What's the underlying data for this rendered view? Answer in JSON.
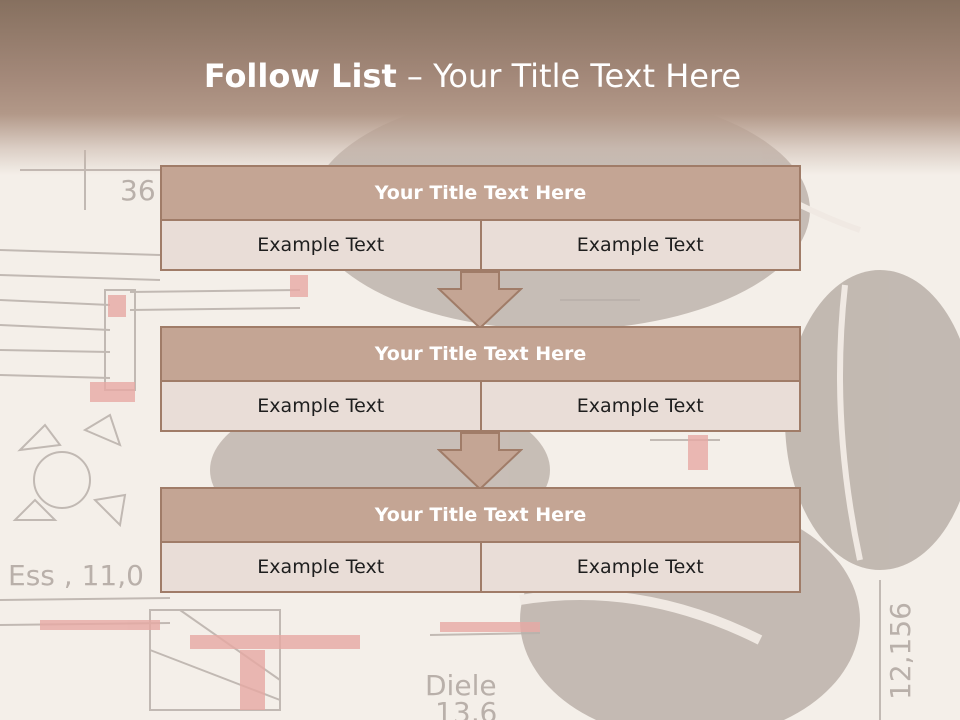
{
  "slide": {
    "title_bold": "Follow List",
    "title_rest": " – Your Title Text Here",
    "accent_color": "#c4a594",
    "border_color": "#a07c68",
    "cell_color": "#e9ddd7"
  },
  "blocks": [
    {
      "title": "Your Title Text Here",
      "left": "Example Text",
      "right": "Example Text"
    },
    {
      "title": "Your Title Text Here",
      "left": "Example Text",
      "right": "Example Text"
    },
    {
      "title": "Your Title Text Here",
      "left": "Example Text",
      "right": "Example Text"
    }
  ],
  "background": {
    "labels": [
      "36",
      "Ess , 11,0",
      "Diele",
      "13,6",
      "12,156"
    ]
  }
}
